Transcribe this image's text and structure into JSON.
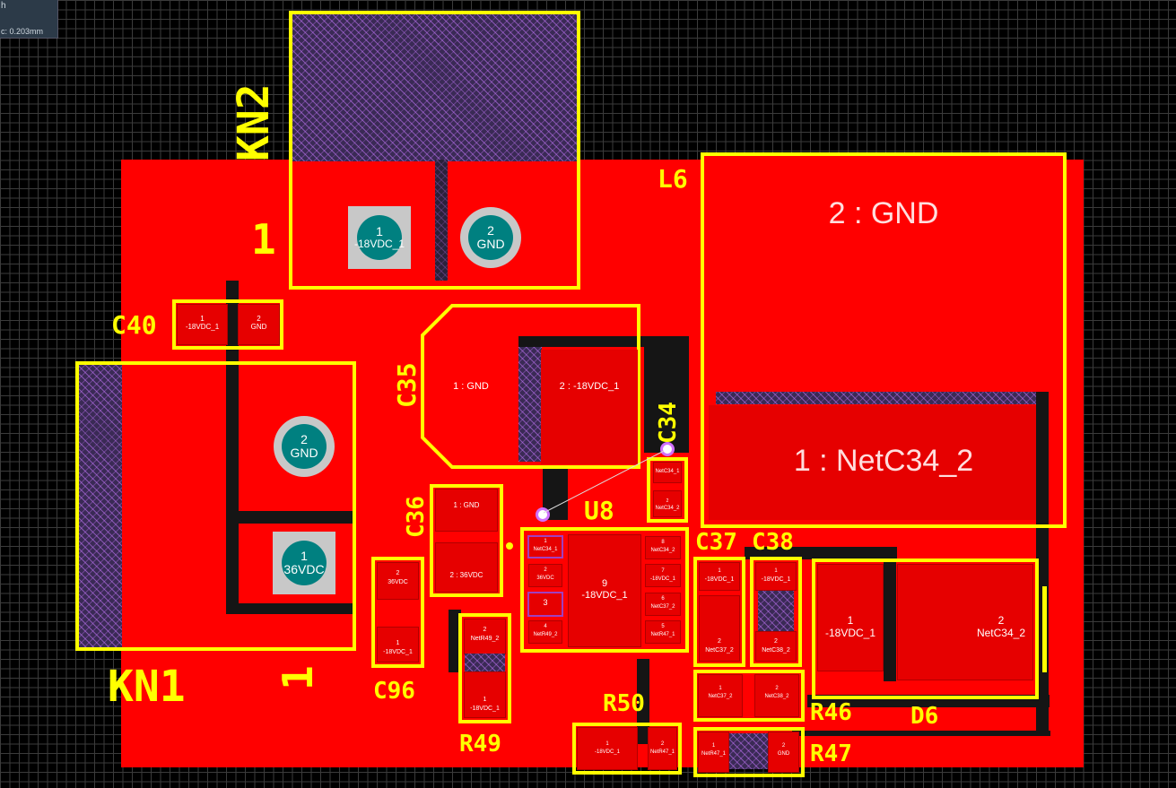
{
  "status": {
    "line1": "h",
    "line2": "c: 0.203mm"
  },
  "colors": {
    "background": "#000000",
    "copper": "#ff0000",
    "overlay": "#ffff00",
    "pad_text": "#ffffff",
    "thru_hole": "#008080",
    "keepout_hatch": "#b060e0"
  },
  "components": {
    "kn2": {
      "designator": "KN2",
      "pin1_marker": "1",
      "pad1": {
        "num": "1",
        "net": "-18VDC_1"
      },
      "pad2": {
        "num": "2",
        "net": "GND"
      }
    },
    "kn1": {
      "designator": "KN1",
      "pin1_marker": "1",
      "pad1": {
        "num": "1",
        "net": "36VDC"
      },
      "pad2": {
        "num": "2",
        "net": "GND"
      }
    },
    "l6": {
      "designator": "L6",
      "pad2": "2 : GND",
      "pad1": "1 : NetC34_2"
    },
    "c40": {
      "designator": "C40",
      "pad1": "-18VDC_1",
      "pad2": "GND",
      "num1": "1",
      "num2": "2"
    },
    "c35": {
      "designator": "C35",
      "pad1": "1 : GND",
      "pad2": "2 : -18VDC_1"
    },
    "c34": {
      "designator": "C34",
      "pad1": "NetC34_1",
      "pad2": "NetC34_2",
      "num1": "1",
      "num2": "2"
    },
    "c36": {
      "designator": "C36",
      "pad1": "1 : GND",
      "pad2": "2 : 36VDC"
    },
    "u8": {
      "designator": "U8",
      "pins": [
        {
          "num": "1",
          "net": "NetC34_1"
        },
        {
          "num": "2",
          "net": "36VDC"
        },
        {
          "num": "3",
          "net": ""
        },
        {
          "num": "4",
          "net": "NetR49_2"
        },
        {
          "num": "8",
          "net": "NetC34_2"
        },
        {
          "num": "7",
          "net": "-18VDC_1"
        },
        {
          "num": "6",
          "net": "NetC37_2"
        },
        {
          "num": "5",
          "net": "NetR47_1"
        }
      ],
      "center": {
        "num": "9",
        "net": "-18VDC_1"
      }
    },
    "c37": {
      "designator": "C37",
      "pad1": "-18VDC_1",
      "pad2": "NetC37_2",
      "num1": "1",
      "num2": "2"
    },
    "c38": {
      "designator": "C38",
      "pad1": "-18VDC_1",
      "pad2": "NetC38_2",
      "num1": "1",
      "num2": "2"
    },
    "c96": {
      "designator": "C96",
      "pad2": "36VDC",
      "pad1": "-18VDC_1",
      "num2": "2",
      "num1": "1"
    },
    "r49": {
      "designator": "R49",
      "pad2": "NetR49_2",
      "pad1": "-18VDC_1",
      "num2": "2",
      "num1": "1"
    },
    "r50": {
      "designator": "R50",
      "pad1": "-18VDC_1",
      "pad2": "NetR47_1",
      "num1": "1",
      "num2": "2"
    },
    "r46": {
      "designator": "R46",
      "pad1": "NetC37_2",
      "pad2": "NetC38_2",
      "num1": "1",
      "num2": "2"
    },
    "r47": {
      "designator": "R47",
      "pad1": "NetR47_1",
      "pad2": "GND",
      "num1": "1",
      "num2": "2"
    },
    "d6": {
      "designator": "D6",
      "pad1": {
        "num": "1",
        "net": "-18VDC_1"
      },
      "pad2": {
        "num": "2",
        "net": "NetC34_2"
      }
    }
  }
}
